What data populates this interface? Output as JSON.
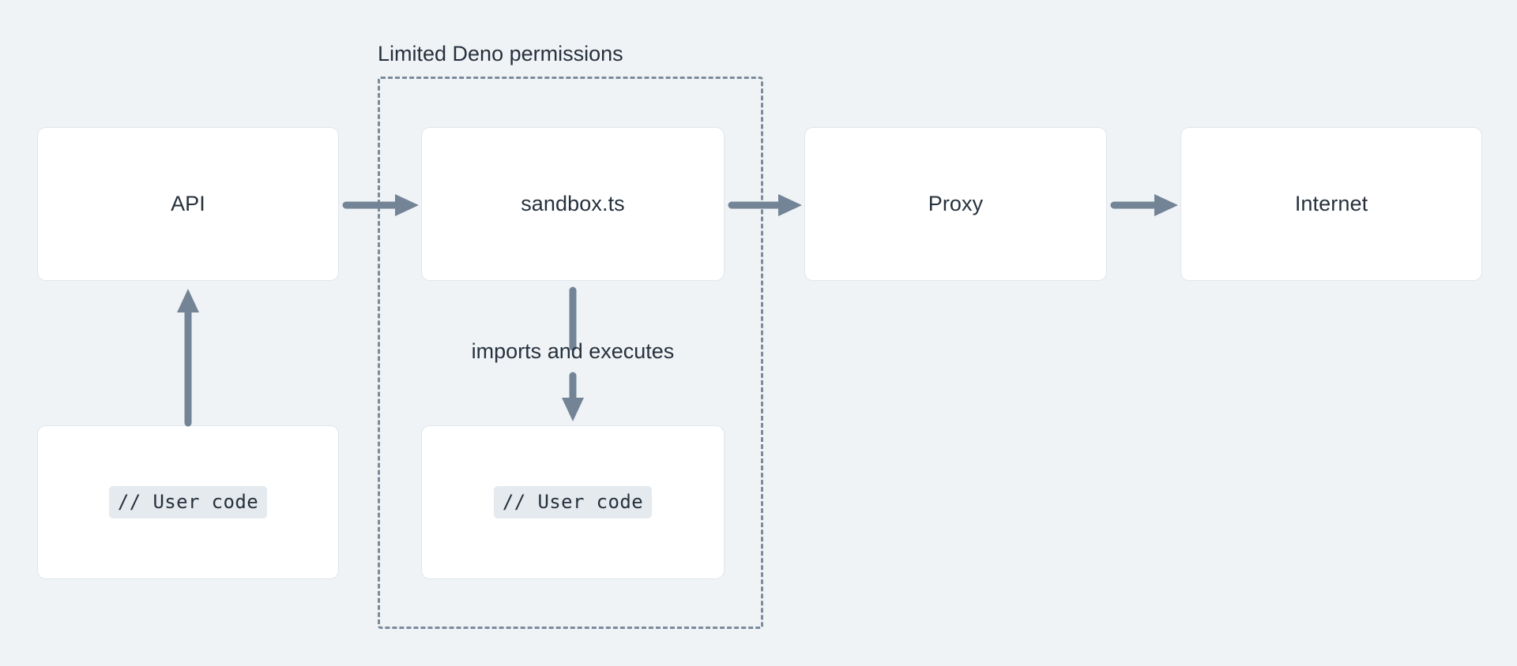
{
  "diagram": {
    "title_visible": false,
    "background_color": "#eff3f6",
    "node_color": "#ffffff",
    "text_color": "#26313d",
    "arrow_color": "#738496",
    "boundary_color": "#7b8b9c",
    "code_chip_bg": "#e4eaee",
    "boundary": {
      "label": "Limited Deno permissions",
      "style": "dashed"
    },
    "nodes": [
      {
        "id": "api",
        "label": "API",
        "type": "text"
      },
      {
        "id": "user-code-outside",
        "label": "// User code",
        "type": "code"
      },
      {
        "id": "sandbox",
        "label": "sandbox.ts",
        "type": "text"
      },
      {
        "id": "user-code-sandbox",
        "label": "// User code",
        "type": "code"
      },
      {
        "id": "proxy",
        "label": "Proxy",
        "type": "text"
      },
      {
        "id": "internet",
        "label": "Internet",
        "type": "text"
      }
    ],
    "edges": [
      {
        "id": "api-to-sandbox",
        "from": "api",
        "to": "sandbox",
        "label": "",
        "direction": "right"
      },
      {
        "id": "sandbox-to-proxy",
        "from": "sandbox",
        "to": "proxy",
        "label": "",
        "direction": "right"
      },
      {
        "id": "proxy-to-internet",
        "from": "proxy",
        "to": "internet",
        "label": "",
        "direction": "right"
      },
      {
        "id": "usercode-to-api",
        "from": "user-code-outside",
        "to": "api",
        "label": "",
        "direction": "up"
      },
      {
        "id": "sandbox-to-usercode",
        "from": "sandbox",
        "to": "user-code-sandbox",
        "label": "imports and executes",
        "direction": "down"
      }
    ]
  }
}
